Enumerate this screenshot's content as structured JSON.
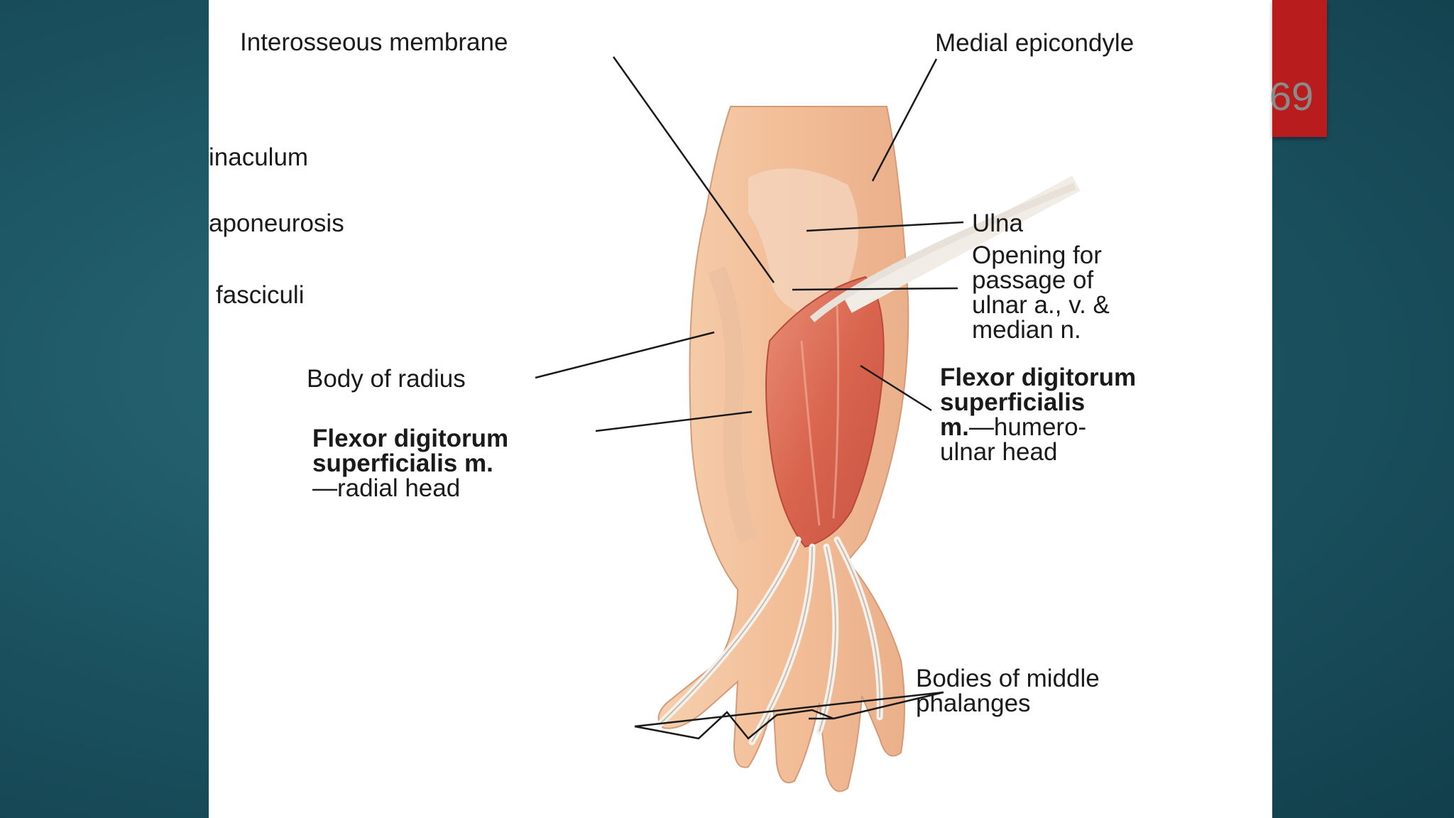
{
  "slide": {
    "page_number": "69",
    "accent_color": "#b81c1c",
    "background_color": "#1d5664"
  },
  "figure": {
    "labels": {
      "interosseous_membrane": "Interosseous membrane",
      "medial_epicondyle": "Medial epicondyle",
      "retinaculum": "inaculum",
      "aponeurosis": "aponeurosis",
      "fasciculi": "fasciculi",
      "ulna": "Ulna",
      "opening": [
        "Opening for",
        "passage of",
        "ulnar a., v. &",
        "median n."
      ],
      "body_of_radius": "Body of radius",
      "fds_humero_ulnar": {
        "line1": "Flexor digitorum",
        "line2": "superficialis",
        "line3_bold": "m.",
        "line3_rest": "—humero-",
        "line4": "ulnar head"
      },
      "fds_radial": {
        "line1": "Flexor digitorum",
        "line2": "superficialis m.",
        "line3": "—radial head"
      },
      "bodies_middle_phalanges": [
        "Bodies of middle",
        "phalanges"
      ]
    }
  }
}
